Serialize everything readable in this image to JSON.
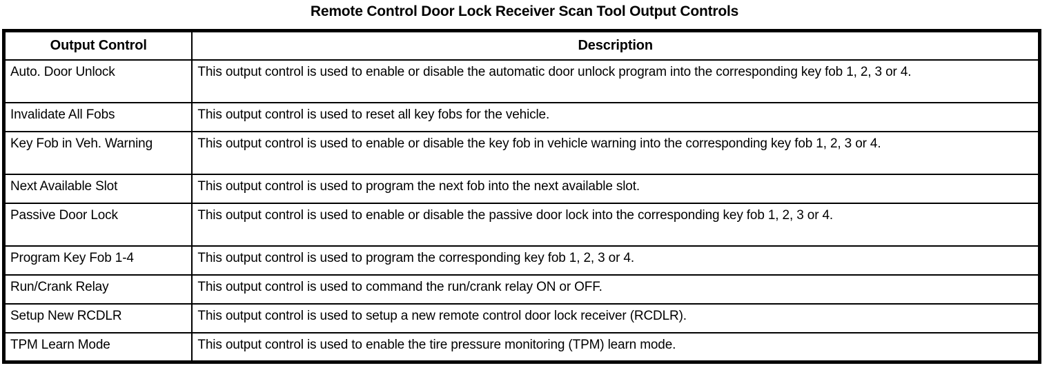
{
  "document": {
    "title": "Remote Control Door Lock Receiver Scan Tool Output Controls"
  },
  "table": {
    "headers": {
      "control": "Output Control",
      "description": "Description"
    },
    "rows": [
      {
        "control": "Auto. Door Unlock",
        "description": "This output control is used to enable or disable the automatic door unlock program into the corresponding key fob 1, 2, 3 or 4.",
        "lines": 2
      },
      {
        "control": "Invalidate All Fobs",
        "description": "This output control is used to reset all key fobs for the vehicle.",
        "lines": 1
      },
      {
        "control": "Key Fob in Veh. Warning",
        "description": "This output control is used to enable or disable the key fob in vehicle warning into the corresponding key fob 1, 2, 3 or 4.",
        "lines": 2
      },
      {
        "control": "Next Available Slot",
        "description": "This output control is used to program the next fob into the next available slot.",
        "lines": 1
      },
      {
        "control": "Passive Door Lock",
        "description": "This output control is used to enable or disable the passive door lock into the corresponding key fob 1, 2, 3 or 4.",
        "lines": 2
      },
      {
        "control": "Program Key Fob 1-4",
        "description": "This output control is used to program the corresponding key fob 1, 2, 3 or 4.",
        "lines": 1
      },
      {
        "control": "Run/Crank Relay",
        "description": "This output control is used to command the run/crank relay ON or OFF.",
        "lines": 1
      },
      {
        "control": "Setup New RCDLR",
        "description": "This output control is used to setup a new remote control door lock receiver (RCDLR).",
        "lines": 1
      },
      {
        "control": "TPM Learn Mode",
        "description": "This output control is used to enable the tire pressure monitoring (TPM) learn mode.",
        "lines": 1
      }
    ]
  },
  "style": {
    "text_color": "#000000",
    "background_color": "#ffffff",
    "border_color": "#000000"
  }
}
